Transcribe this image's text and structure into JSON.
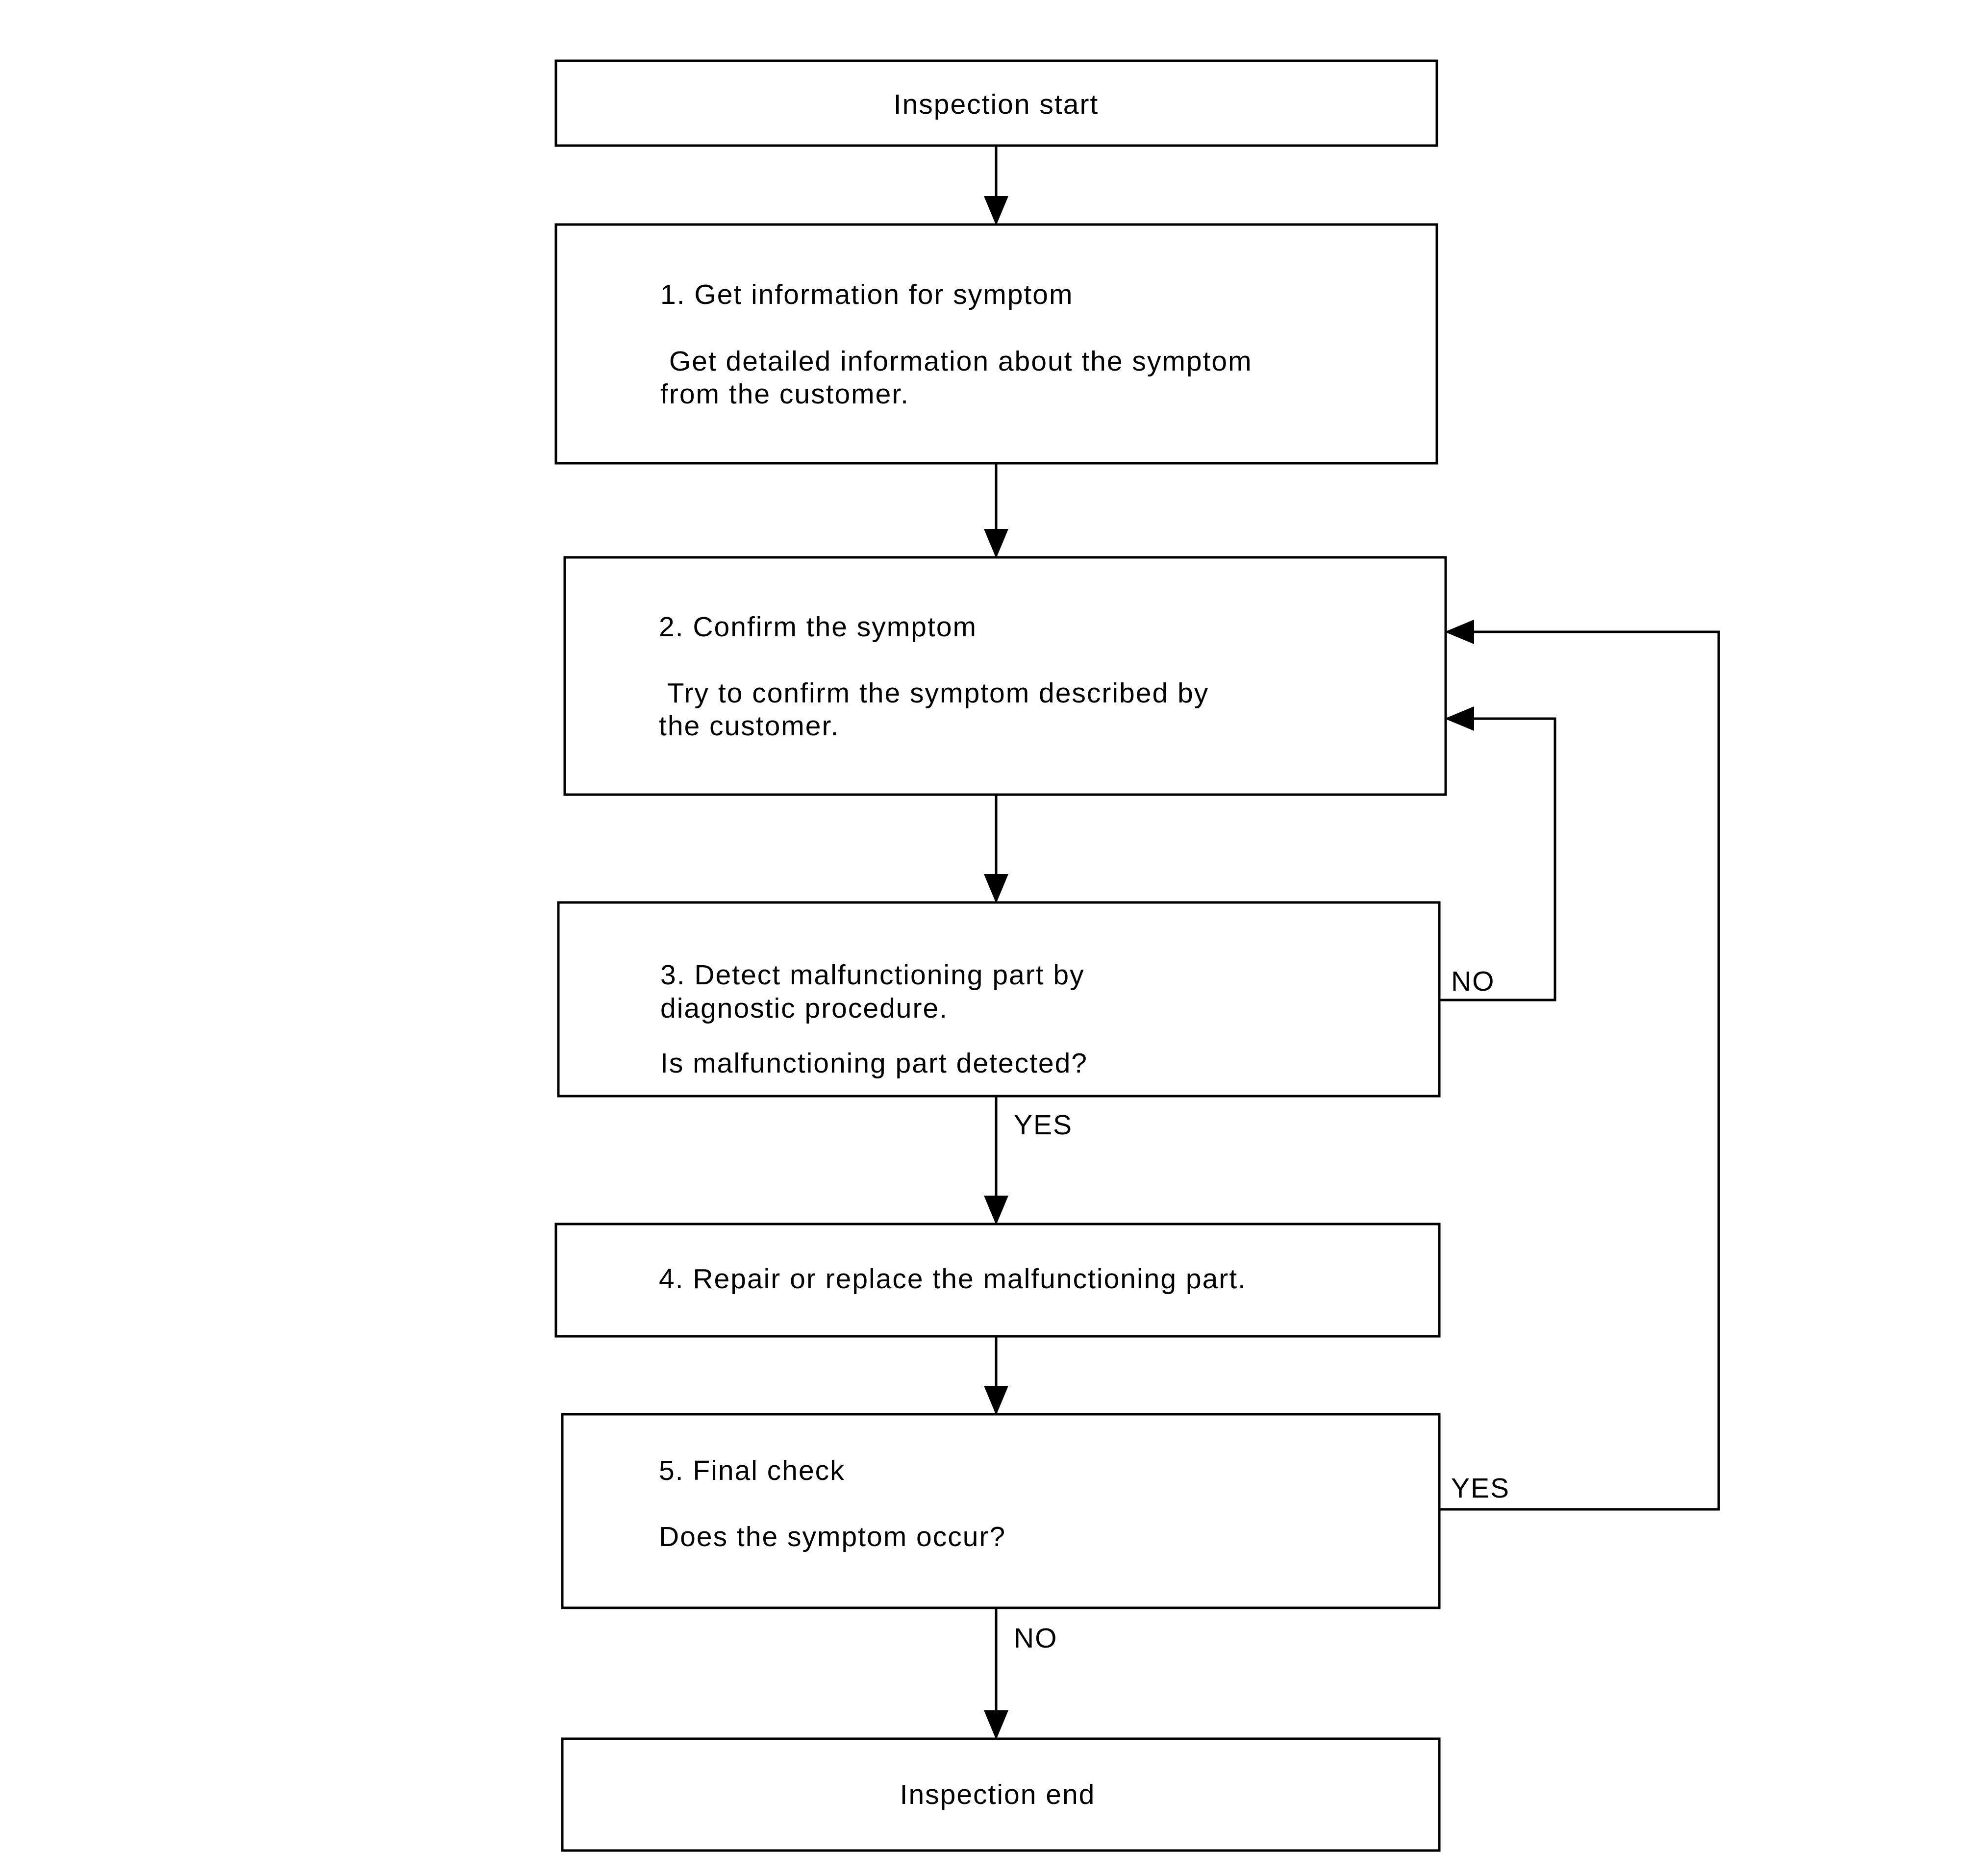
{
  "nodes": {
    "start": {
      "text": "Inspection start"
    },
    "step1": {
      "title": "1. Get information for symptom",
      "desc_line1": " Get detailed information about the symptom",
      "desc_line2": "from the customer."
    },
    "step2": {
      "title": "2. Confirm the symptom",
      "desc_line1": " Try to confirm the symptom described by",
      "desc_line2": "the customer."
    },
    "step3": {
      "title_line1": "3. Detect malfunctioning part by",
      "title_line2": "diagnostic procedure.",
      "question": "Is malfunctioning part detected?"
    },
    "step4": {
      "text": "4. Repair or replace the malfunctioning part."
    },
    "step5": {
      "title": "5. Final check",
      "question": "Does the symptom occur?"
    },
    "end": {
      "text": "Inspection end"
    }
  },
  "edge_labels": {
    "step3_no": "NO",
    "step3_yes": "YES",
    "step5_yes": "YES",
    "step5_no": "NO"
  }
}
